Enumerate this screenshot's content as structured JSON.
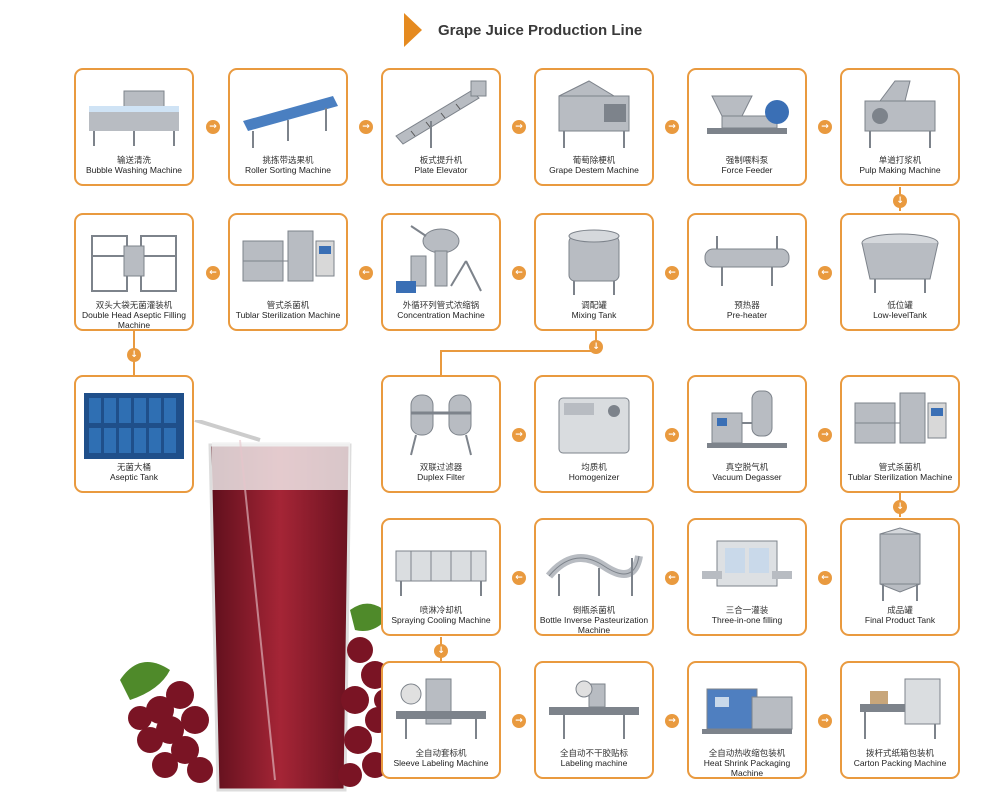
{
  "title": "Grape Juice Production Line",
  "colors": {
    "accent": "#e99a3f",
    "juice": "#8e1a2a",
    "steel": "#b8bcc2"
  },
  "machines": [
    {
      "cn": "输送清洗",
      "en": "Bubble Washing Machine",
      "icon": "washer"
    },
    {
      "cn": "挑拣带选果机",
      "en": "Roller Sorting Machine",
      "icon": "conveyor"
    },
    {
      "cn": "板式提升机",
      "en": "Plate Elevator",
      "icon": "elevator"
    },
    {
      "cn": "葡萄除梗机",
      "en": "Grape Destem Machine",
      "icon": "destemmer"
    },
    {
      "cn": "强制喂料泵",
      "en": "Force Feeder",
      "icon": "feeder"
    },
    {
      "cn": "单道打浆机",
      "en": "Pulp Making Machine",
      "icon": "pulper"
    },
    {
      "cn": "双头大袋无菌灌装机",
      "en": "Double Head Aseptic Filling Machine",
      "icon": "filler"
    },
    {
      "cn": "管式杀菌机",
      "en": "Tublar Sterilization Machine",
      "icon": "sterilizer"
    },
    {
      "cn": "外循环列管式浓缩锅",
      "en": "Concentration Machine",
      "icon": "concentrator"
    },
    {
      "cn": "调配罐",
      "en": "Mixing Tank",
      "icon": "tank"
    },
    {
      "cn": "预热器",
      "en": "Pre-heater",
      "icon": "preheater"
    },
    {
      "cn": "低位罐",
      "en": "Low-levelTank",
      "icon": "lowtank"
    },
    {
      "cn": "无菌大桶",
      "en": "Aseptic Tank",
      "icon": "drums"
    },
    {
      "cn": "双联过滤器",
      "en": "Duplex Filter",
      "icon": "filter"
    },
    {
      "cn": "均质机",
      "en": "Homogenizer",
      "icon": "homogenizer"
    },
    {
      "cn": "真空脱气机",
      "en": "Vacuum Degasser",
      "icon": "degasser"
    },
    {
      "cn": "管式杀菌机",
      "en": "Tublar Sterilization Machine",
      "icon": "sterilizer"
    },
    {
      "cn": "喷淋冷却机",
      "en": "Spraying Cooling Machine",
      "icon": "cooler"
    },
    {
      "cn": "倒瓶杀菌机",
      "en": "Bottle Inverse Pasteurization Machine",
      "icon": "inverse"
    },
    {
      "cn": "三合一灌装",
      "en": "Three-in-one filling",
      "icon": "threeinone"
    },
    {
      "cn": "成品罐",
      "en": "Final Product Tank",
      "icon": "finaltank"
    },
    {
      "cn": "全自动套标机",
      "en": "Sleeve Labeling Machine",
      "icon": "sleeve"
    },
    {
      "cn": "全自动不干胶贴标",
      "en": "Labeling machine",
      "icon": "labeler"
    },
    {
      "cn": "全自动热收缩包装机",
      "en": "Heat Shrink Packaging Machine",
      "icon": "shrink"
    },
    {
      "cn": "拨杆式纸箱包装机",
      "en": "Carton Packing Machine",
      "icon": "carton"
    }
  ],
  "connector_glyphs": {
    "right": "→",
    "left": "←",
    "down": "↓"
  }
}
